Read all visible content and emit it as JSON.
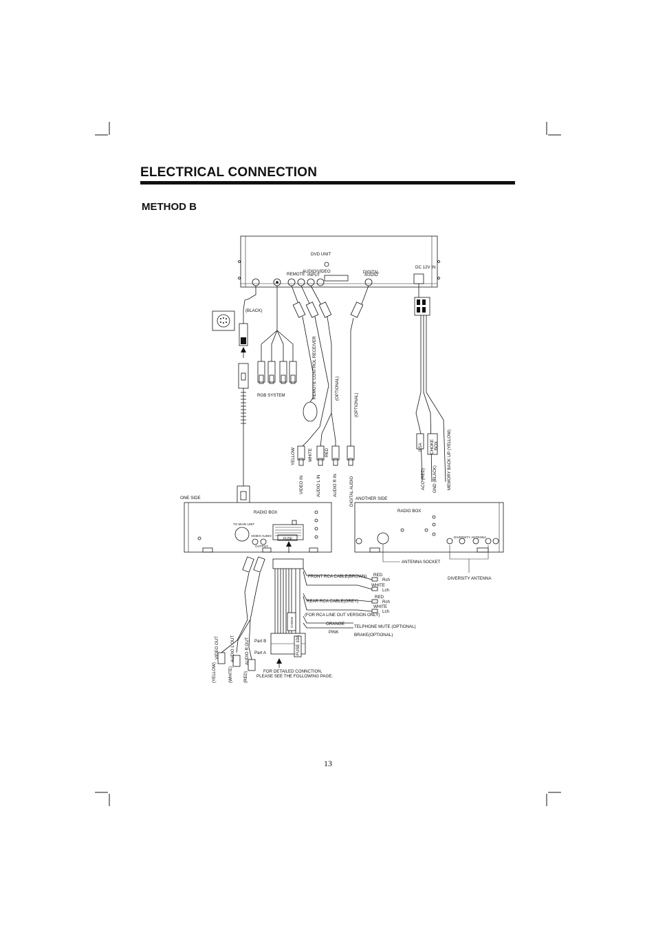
{
  "header": {
    "title": "ELECTRICAL CONNECTION",
    "subtitle": "METHOD B"
  },
  "diagram": {
    "dvd_unit": "DVD UNIT",
    "remote": "REMOTE",
    "audio_video_input_1": "AUDIO/VIDEO",
    "audio_video_input_2": "INPUT",
    "digital_audio_port_1": "DIGITAL",
    "digital_audio_port_2": "AUDIO",
    "dc_12v_in": "DC 12V IN",
    "black": "(BLACK)",
    "rgb_system": "RGB SYSTEM",
    "remote_control_receiver": "REMOTE CONTROL RECEIVER",
    "optional_1": "(OPTIONAL)",
    "optional_2": "(OPTIONAL)",
    "yellow": "YELLOW",
    "white": "WHITE",
    "red": "RED",
    "video_in": "VIDEO IN",
    "audio_l_in": "AUDIO L IN",
    "audio_r_in": "AUDIO R IN",
    "digital_audio": "DIGITAL AUDIO",
    "fuse_05a": "0.5A",
    "choke_box_1": "CHOKE",
    "choke_box_2": "BOX",
    "acc_red": "ACC (RED)",
    "gnd_black": "GND (BLACK)",
    "memory_backup": "MEMORY BACK UP (YELLOW)",
    "one_side": "ONE SIDE",
    "another_side": "ANOTHER SIDE",
    "radio_box_left": "RADIO BOX",
    "radio_box_right": "RADIO BOX",
    "to_main_unit": "TO MAIN UNIT",
    "video_audio": "VIDEO AUDIO",
    "output": "OUTPUT",
    "fuse": "FUSE",
    "diversity_antenna_label": "DIVERSITY ANTENNA",
    "antenna_socket": "ANTENNA SOCKET",
    "diversity_antenna": "DIVERSITY ANTENNA",
    "front_rca_cable": "FRONT RCA CABLE(BROWN)",
    "rear_rca_cable": "REAR RCA CABLE(GREY)",
    "rca_line_out_note": "(FOR RCA LINE OUT VERSION ONLY)",
    "front_red": "RED",
    "front_white": "WHITE",
    "rear_red": "RED",
    "rear_white": "WHITE",
    "rch_1": "Rch",
    "lch_1": "Lch",
    "rch_2": "Rch",
    "lch_2": "Lch",
    "orange": "ORANGE",
    "pink": "PINK",
    "telephone_mute": "TELPHONE MUTE (OPTIONAL)",
    "brake": "BRAKE(OPTIONAL)",
    "part_b": "Part B",
    "part_a": "Part A",
    "choke_side": "CHOKE",
    "fuse_10a": "FUSE 10A",
    "video_out": "VIDEO OUT",
    "audio_l_out": "AUDIO L OUT",
    "audio_r_out": "AUDIO R OUT",
    "yellow_paren": "(YELLOW)",
    "white_paren": "(WHITE)",
    "red_paren": "(RED)",
    "detail_note_1": "FOR DETAILED CONNCTION,",
    "detail_note_2": "PLEASE SEE THE FOLLOWING PAGE."
  },
  "footer": {
    "page_number": "13"
  }
}
